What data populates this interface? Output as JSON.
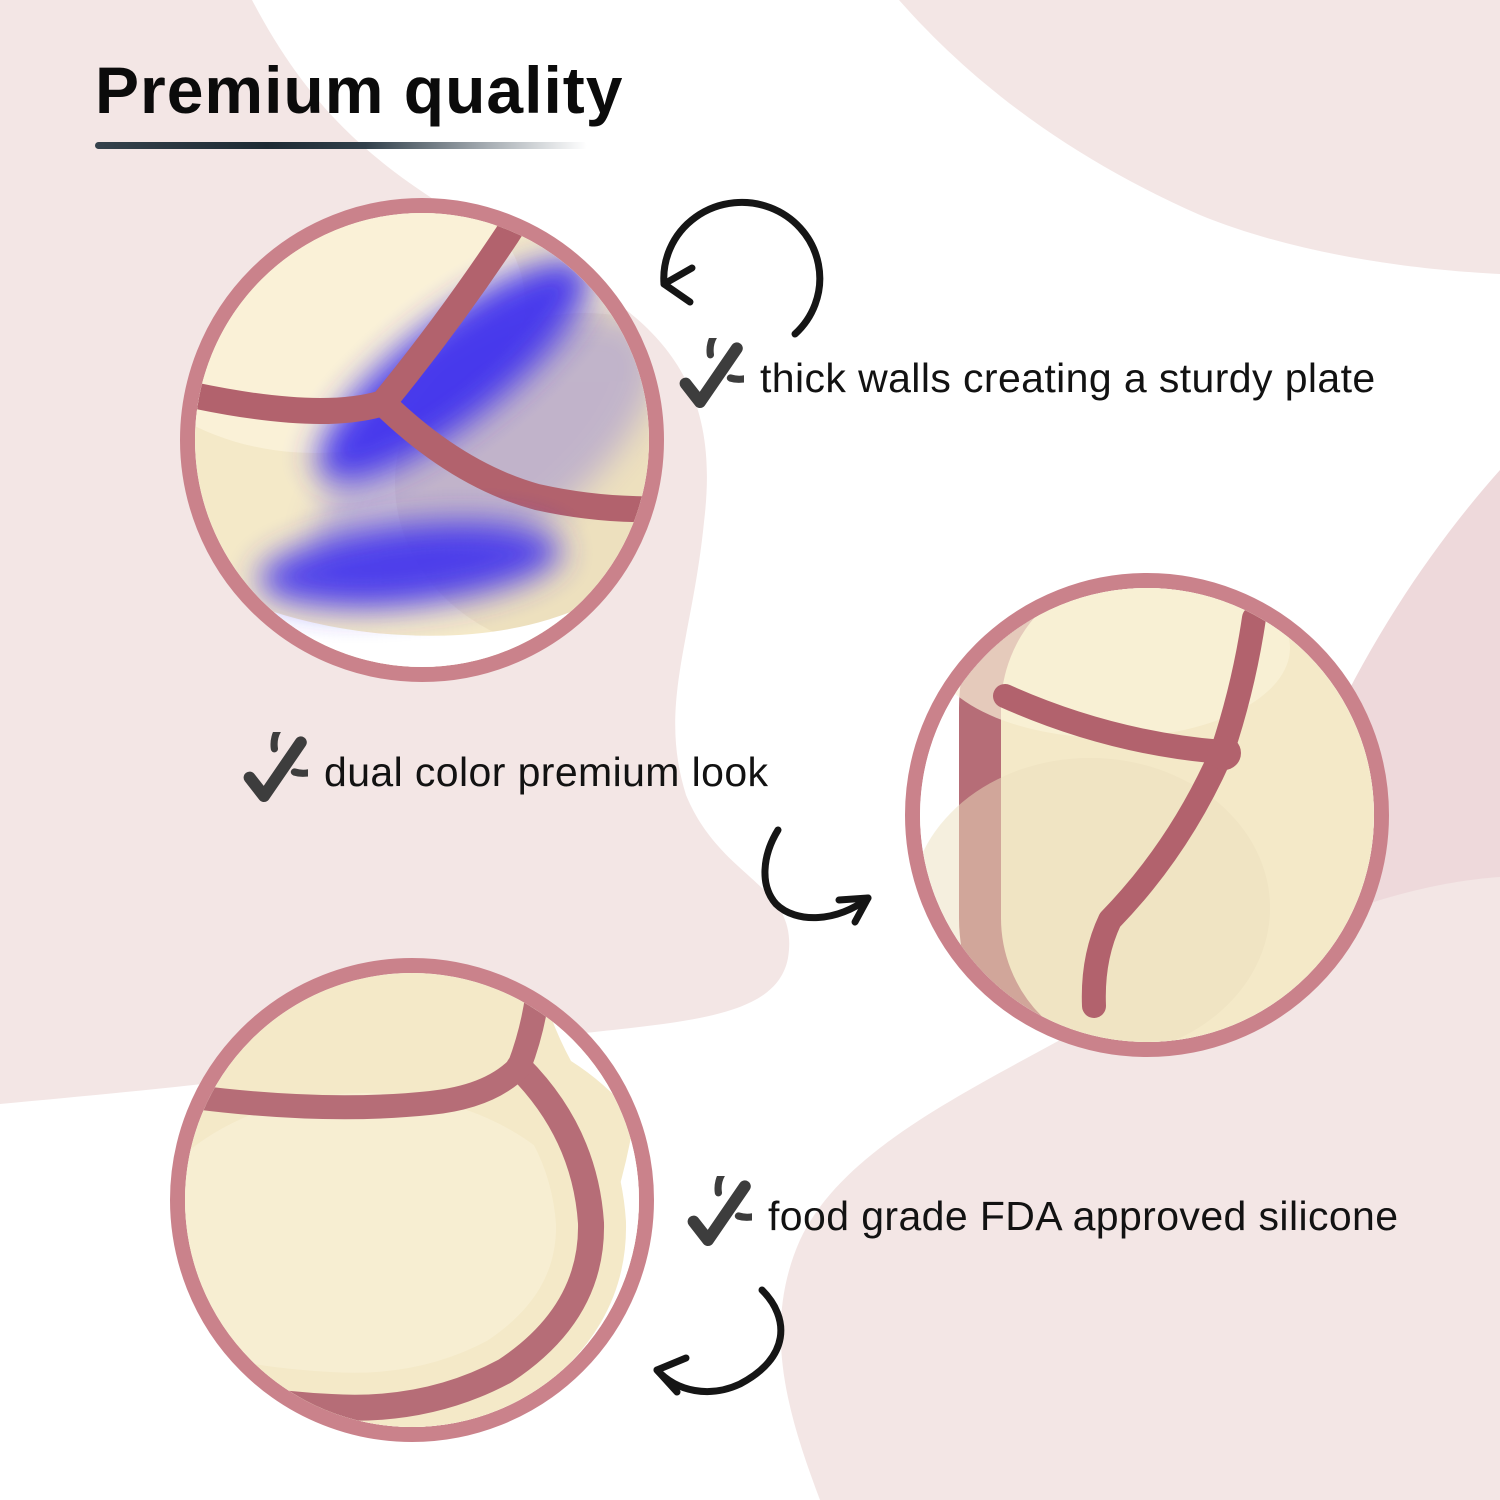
{
  "page": {
    "title": "Premium quality"
  },
  "features": [
    {
      "icon": "check-circle-icon",
      "label": "thick walls creating a sturdy plate"
    },
    {
      "icon": "check-circle-icon",
      "label": "dual color premium look"
    },
    {
      "icon": "check-circle-icon",
      "label": "food grade FDA approved silicone"
    }
  ],
  "photos": [
    {
      "name": "plate-wall-closeup",
      "depicts": "close-up of thick divided plate walls with blue light reflections"
    },
    {
      "name": "plate-top-view",
      "depicts": "top view of three-compartment silicone plate, mauve rim and cream base"
    },
    {
      "name": "plate-rim-closeup",
      "depicts": "close-up of curved mauve rim and cream compartment"
    }
  ],
  "colors": {
    "mauve_ring": "#ca828b",
    "mauve_rim": "#b66d77",
    "mauve_wall": "#b2626d",
    "cream": "#f4e9c8",
    "cream_light": "#faf2d9",
    "cream_dark": "#e8d9b6",
    "highlight_blue": "#4133ee",
    "blob_pink": "#f3e6e5",
    "blob_pink_dark": "#eed9db",
    "icon_dark": "#3d3d3d",
    "text": "#121212",
    "underline_dark": "#1d2a33"
  }
}
